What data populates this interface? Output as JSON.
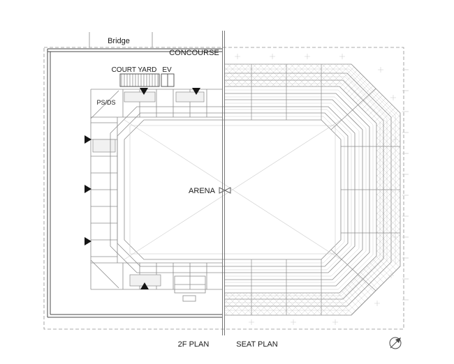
{
  "drawing": {
    "labels": {
      "bridge": "Bridge",
      "concourse": "CONCOURSE",
      "court_yard": "COURT YARD",
      "ev": "EV",
      "ps_ds": "PS/DS",
      "arena": "ARENA",
      "plan_left": "2F PLAN",
      "plan_right": "SEAT PLAN"
    },
    "colors": {
      "line_dark": "#4a4a4a",
      "line_mid": "#8c8c8c",
      "line_light": "#cccccc",
      "boundary_dash": "#909090",
      "divider": "#6a6a6a",
      "label_text": "#1a1a1a",
      "marker_fill": "#151515",
      "room_fill": "#f1f1f1",
      "background": "#ffffff"
    }
  }
}
